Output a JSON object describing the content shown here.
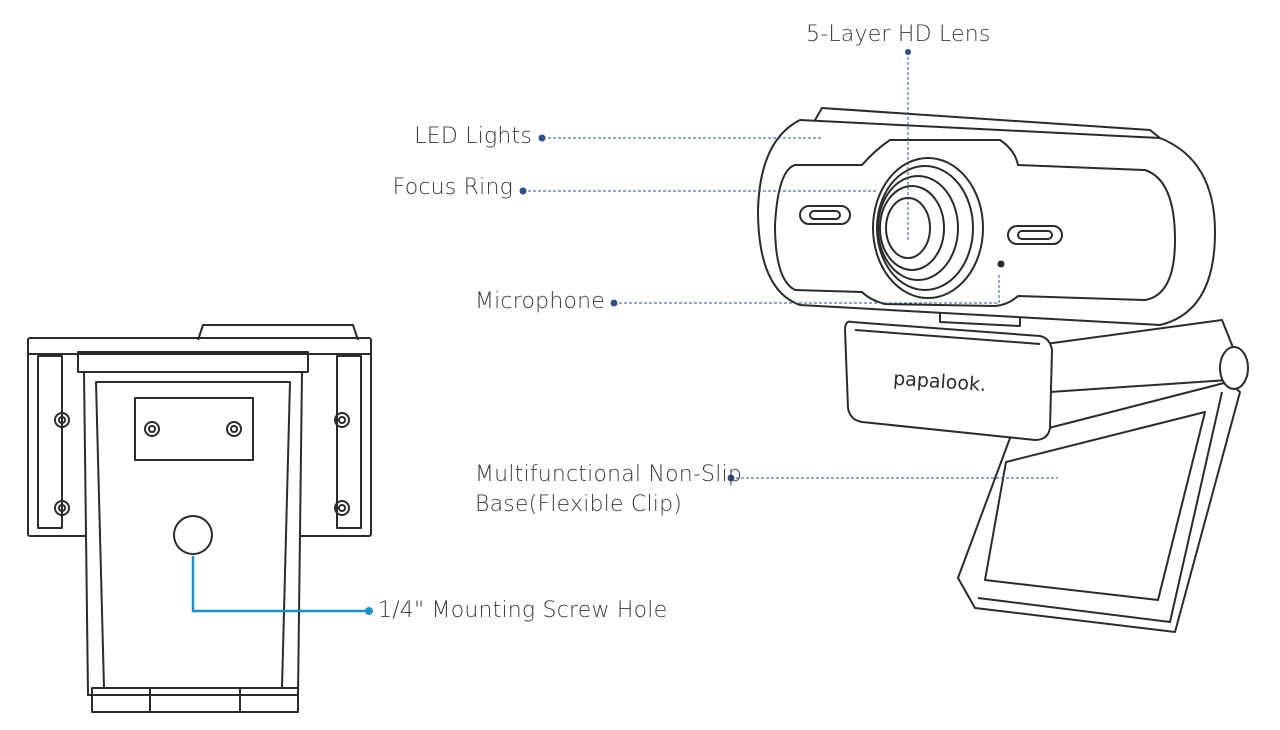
{
  "labels": {
    "lens": "5-Layer HD Lens",
    "led": "LED Lights",
    "focus": "Focus Ring",
    "mic": "Microphone",
    "base": "Multifunctional Non-Slip Base(Flexible Clip)",
    "screw": "1/4\" Mounting Screw Hole"
  },
  "brand_logo": "papalook.",
  "colors": {
    "outline": "#2b2b2b",
    "leader_line": "#2f4f8f",
    "screw_leader": "#1e90c8",
    "label_text": "#3a3a3a"
  }
}
